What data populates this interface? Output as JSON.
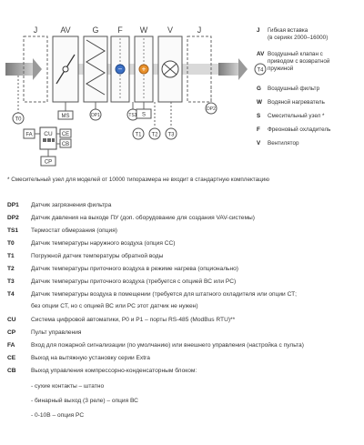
{
  "diagram": {
    "section_labels": {
      "j": "J",
      "av": "AV",
      "g": "G",
      "f": "F",
      "w": "W",
      "v": "V",
      "j2": "J"
    },
    "sensors": {
      "t0": "T0",
      "t1": "T1",
      "t2": "T2",
      "t3": "T3",
      "t4": "T4",
      "dp1": "DP1",
      "dp2": "DP2",
      "ts1": "TS1"
    },
    "boxes": {
      "ms": "MS",
      "s": "S",
      "fa": "FA",
      "cu": "CU",
      "ce": "CE",
      "cb": "CB",
      "cp": "CP"
    }
  },
  "legend": [
    {
      "key": "J",
      "text": "Гибкая вставка\n(в сериях 2000–16000)"
    },
    {
      "key": "AV",
      "text": "Воздушный клапан с\nприводом с возвратной\nпружиной"
    },
    {
      "key": "G",
      "text": "Воздушный фильтр"
    },
    {
      "key": "W",
      "text": "Водяной нагреватель"
    },
    {
      "key": "S",
      "text": "Смесительный узел *"
    },
    {
      "key": "F",
      "text": "Фреоновый охладитель"
    },
    {
      "key": "V",
      "text": "Вентилятор"
    }
  ],
  "footnote": "* Смесительный узел для моделей от 10000 типоразмера не входит в стандартную комплектацию",
  "abbreviations": [
    {
      "key": "DP1",
      "text": "Датчик загрязнения фильтра"
    },
    {
      "key": "DP2",
      "text": "Датчик давления на выходе ПУ (доп. оборудование для создания VAV-системы)"
    },
    {
      "key": "TS1",
      "text": "Термостат обмерзания (опция)"
    },
    {
      "key": "T0",
      "text": "Датчик температуры наружного воздуха (опция CC)"
    },
    {
      "key": "T1",
      "text": "Погружной датчик температуры обратной воды"
    },
    {
      "key": "T2",
      "text": "Датчик температуры приточного воздуха в режиме нагрева (опционально)"
    },
    {
      "key": "T3",
      "text": "Датчик температуры приточного воздуха (требуется с опцией ВС или РС)"
    },
    {
      "key": "T4",
      "text": "Датчик температуры воздуха в помещении (требуется для штатного охладителя или опции СТ;"
    },
    {
      "key": "",
      "text": "без опции СТ, но с опцией ВС или РС этот датчик не нужен)"
    },
    {
      "key": "CU",
      "text": "Система цифровой автоматики, Р0 и Р1 – порты RS-485 (ModBus RTU)**"
    },
    {
      "key": "CP",
      "text": "Пульт управления"
    },
    {
      "key": "FA",
      "text": "Вход для пожарной сигнализации (по умолчанию) или внешнего управления (настройка с пульта)"
    },
    {
      "key": "CE",
      "text": "Выход на вытяжную установку серии Extra"
    },
    {
      "key": "CB",
      "text": "Выход управления компрессорно-конденсаторным блоком:"
    }
  ],
  "cb_options": [
    "- сухие контакты – штатно",
    "- бинарный выход (3 реле) – опция ВС",
    "- 0-10В – опция РС"
  ]
}
